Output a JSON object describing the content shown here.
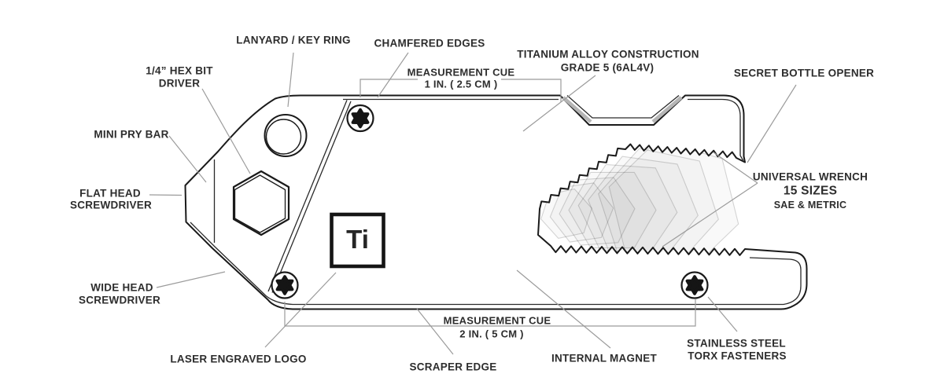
{
  "callouts": {
    "lanyard_key_ring": {
      "text": "LANYARD / KEY RING"
    },
    "chamfered_edges": {
      "text": "CHAMFERED EDGES"
    },
    "hex_bit_driver": {
      "line1": "1/4” HEX BIT",
      "line2": "DRIVER"
    },
    "mini_pry_bar": {
      "text": "MINI PRY BAR"
    },
    "flat_head_screwdriver": {
      "line1": "FLAT HEAD",
      "line2": "SCREWDRIVER"
    },
    "wide_head_screwdriver": {
      "line1": "WIDE HEAD",
      "line2": "SCREWDRIVER"
    },
    "measurement_cue_1": {
      "line1": "MEASUREMENT CUE",
      "line2": "1 IN. ( 2.5 CM )"
    },
    "titanium_alloy": {
      "line1": "TITANIUM ALLOY CONSTRUCTION",
      "line2": "GRADE 5 (6AL4V)"
    },
    "secret_bottle_opener": {
      "text": "SECRET BOTTLE OPENER"
    },
    "universal_wrench": {
      "line1": "UNIVERSAL WRENCH",
      "line2": "15 SIZES",
      "line3": "SAE & METRIC"
    },
    "measurement_cue_2": {
      "line1": "MEASUREMENT CUE",
      "line2": "2 IN. ( 5 CM )"
    },
    "laser_engraved_logo": {
      "text": "LASER ENGRAVED LOGO"
    },
    "scraper_edge": {
      "text": "SCRAPER EDGE"
    },
    "internal_magnet": {
      "text": "INTERNAL MAGNET"
    },
    "stainless_torx": {
      "line1": "STAINLESS STEEL",
      "line2": "TORX FASTENERS"
    }
  },
  "engraving": {
    "symbol": "Ti"
  },
  "colors": {
    "background": "#ffffff",
    "outline": "#1a1a1a",
    "leader_line": "#9b9b9b",
    "label_text": "#2d2d2d",
    "torx_fill": "#151515",
    "wrench_hex_stroke": "#c9c9c9",
    "chamfer_band": "#b5b5b5"
  }
}
